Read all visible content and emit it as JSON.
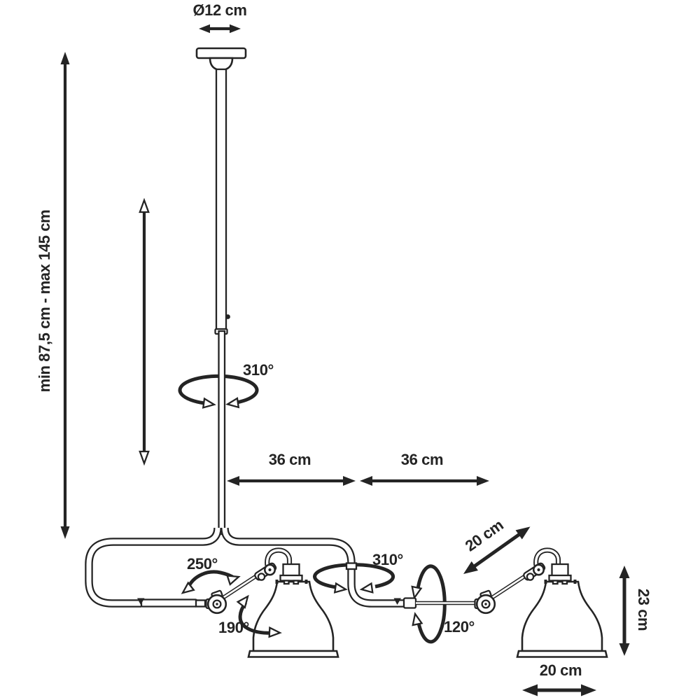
{
  "page": {
    "background": "#ffffff",
    "ink": "#242424",
    "description": "Technical dimension diagram of a two-arm articulated ceiling pendant lamp"
  },
  "diagram": {
    "labels": {
      "canopy_diameter": "Ø12 cm",
      "suspension_range": "min 87,5 cm - max 145 cm",
      "stem_rotation": "310°",
      "arm_length_left": "36 cm",
      "arm_length_right": "36 cm",
      "elbow_swing_left": "250°",
      "shade_swing_left": "190°",
      "arm_rotation_right": "310°",
      "forearm_swing_right": "120°",
      "forearm_length": "20 cm",
      "shade_height": "23 cm",
      "shade_diameter": "20 cm"
    }
  }
}
